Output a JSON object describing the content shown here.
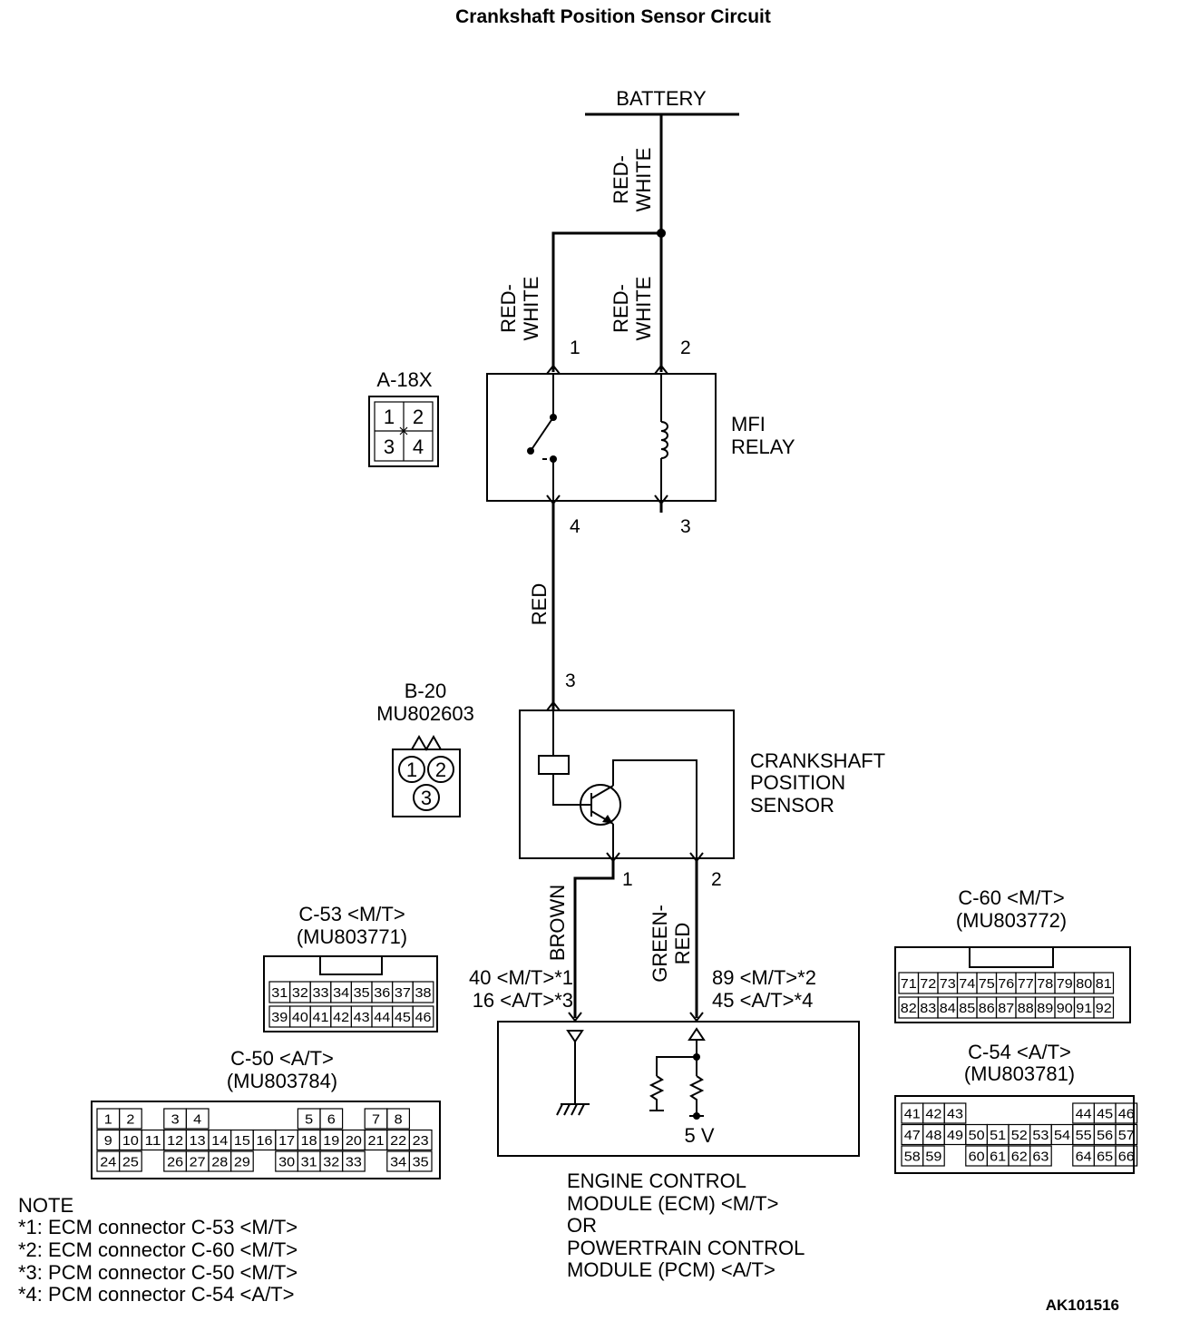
{
  "title": "Crankshaft Position Sensor Circuit",
  "battery_label": "BATTERY",
  "relay": {
    "connector": "A-18X",
    "name_line1": "MFI",
    "name_line2": "RELAY",
    "pins": [
      "1",
      "2",
      "3",
      "4"
    ],
    "connector_cells": [
      "1",
      "2",
      "3",
      "4"
    ]
  },
  "wires": {
    "battery_color_1": "RED-",
    "battery_color_2": "WHITE",
    "relay_pin1_color_1": "RED-",
    "relay_pin1_color_2": "WHITE",
    "relay_pin2_color_1": "RED-",
    "relay_pin2_color_2": "WHITE",
    "relay_to_sensor": "RED",
    "sensor_pin1_color": "BROWN",
    "sensor_pin2_color_1": "GREEN-",
    "sensor_pin2_color_2": "RED"
  },
  "sensor": {
    "connector": "B-20",
    "part_number": "MU802603",
    "name_line1": "CRANKSHAFT",
    "name_line2": "POSITION",
    "name_line3": "SENSOR",
    "pin_top": "3",
    "pin_left": "1",
    "pin_right": "2",
    "connector_cells": [
      "1",
      "2",
      "3"
    ]
  },
  "ecm_pins": {
    "left_line1": "40 <M/T>*1",
    "left_line2": "16 <A/T>*3",
    "right_line1": "89 <M/T>*2",
    "right_line2": "45 <A/T>*4",
    "voltage": "5 V"
  },
  "module": {
    "line1": "ENGINE CONTROL",
    "line2": "MODULE (ECM) <M/T>",
    "line3": "OR",
    "line4": "POWERTRAIN CONTROL",
    "line5": "MODULE (PCM) <A/T>"
  },
  "connectors": {
    "c53": {
      "name": "C-53 <M/T>",
      "part": "(MU803771)",
      "rows": [
        [
          "31",
          "32",
          "33",
          "34",
          "35",
          "36",
          "37",
          "38"
        ],
        [
          "39",
          "40",
          "41",
          "42",
          "43",
          "44",
          "45",
          "46"
        ]
      ]
    },
    "c60": {
      "name": "C-60 <M/T>",
      "part": "(MU803772)",
      "rows": [
        [
          "71",
          "72",
          "73",
          "74",
          "75",
          "76",
          "77",
          "78",
          "79",
          "80",
          "81"
        ],
        [
          "82",
          "83",
          "84",
          "85",
          "86",
          "87",
          "88",
          "89",
          "90",
          "91",
          "92"
        ]
      ]
    },
    "c50": {
      "name": "C-50 <A/T>",
      "part": "(MU803784)",
      "rows": [
        [
          "1",
          "2",
          "",
          "3",
          "4",
          "",
          "",
          "",
          "",
          "5",
          "6",
          "",
          "7",
          "8"
        ],
        [
          "9",
          "10",
          "11",
          "12",
          "13",
          "14",
          "15",
          "16",
          "17",
          "18",
          "19",
          "20",
          "21",
          "22",
          "23"
        ],
        [
          "24",
          "25",
          "",
          "26",
          "27",
          "28",
          "29",
          "",
          "30",
          "31",
          "32",
          "33",
          "",
          "34",
          "35"
        ]
      ]
    },
    "c54": {
      "name": "C-54 <A/T>",
      "part": "(MU803781)",
      "rows": [
        [
          "41",
          "42",
          "43",
          "",
          "",
          "",
          "",
          "",
          "44",
          "45",
          "46"
        ],
        [
          "47",
          "48",
          "49",
          "50",
          "51",
          "52",
          "53",
          "54",
          "55",
          "56",
          "57"
        ],
        [
          "58",
          "59",
          "",
          "60",
          "61",
          "62",
          "63",
          "",
          "64",
          "65",
          "66"
        ]
      ]
    }
  },
  "notes": {
    "heading": "NOTE",
    "n1": "*1: ECM connector C-53 <M/T>",
    "n2": "*2: ECM connector C-60 <M/T>",
    "n3": "*3: PCM connector C-50 <M/T>",
    "n4": "*4: PCM connector C-54 <A/T>"
  },
  "ref_code": "AK101516"
}
